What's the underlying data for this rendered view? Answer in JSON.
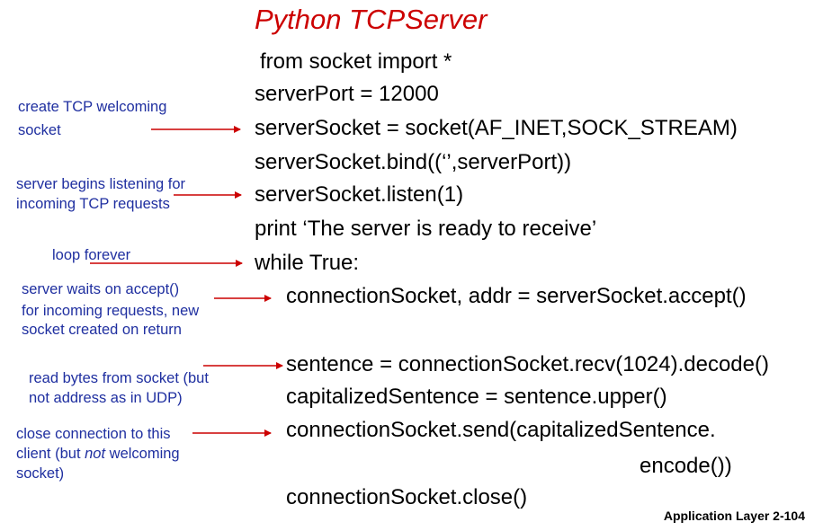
{
  "title": "Python TCPServer",
  "code": {
    "line1": "from socket import *",
    "line2": "serverPort = 12000",
    "line3": "serverSocket = socket(AF_INET,SOCK_STREAM)",
    "line4": "serverSocket.bind((‘’,serverPort))",
    "line5": "serverSocket.listen(1)",
    "line6": "print ‘The server is ready to receive’",
    "line7": "while True:",
    "line8": "connectionSocket, addr = serverSocket.accept()",
    "line9": "sentence = connectionSocket.recv(1024).decode()",
    "line10": "capitalizedSentence = sentence.upper()",
    "line11": "connectionSocket.send(capitalizedSentence.",
    "line12": "encode())",
    "line13": "connectionSocket.close()"
  },
  "annotations": {
    "welcome": [
      "create TCP welcoming",
      "socket"
    ],
    "listen": [
      "server begins listening for",
      "incoming TCP requests"
    ],
    "loop": [
      "loop forever"
    ],
    "accept": [
      "server waits on accept()",
      "for incoming requests, new",
      "socket created on return"
    ],
    "read": [
      "read bytes from socket (but",
      "not address as in UDP)"
    ],
    "close": {
      "line1": "close connection to this",
      "line2_pre": "client (but ",
      "line2_em": "not",
      "line2_post": " welcoming",
      "line3": "socket)"
    }
  },
  "footer": "Application Layer 2-104",
  "colors": {
    "title": "#cc0000",
    "annotation": "#1f2fa0",
    "arrow": "#cc0000",
    "code": "#000000"
  }
}
